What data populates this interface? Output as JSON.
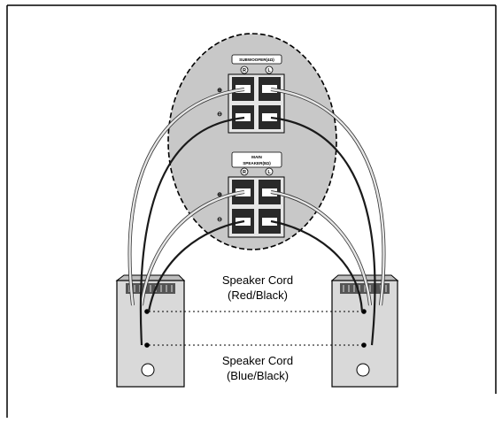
{
  "panel": {
    "subwoofer_label": "SUBWOOFER(4Ω)",
    "main_speaker_label_line1": "MAIN",
    "main_speaker_label_line2": "SPEAKER(8Ω)",
    "polarity_plus": "⊕",
    "polarity_minus": "⊖",
    "channel_right": "R",
    "channel_left": "L"
  },
  "cords": {
    "red_black_line1": "Speaker Cord",
    "red_black_line2": "(Red/Black)",
    "blue_black_line1": "Speaker Cord",
    "blue_black_line2": "(Blue/Black)"
  },
  "colors": {
    "border": "#000000",
    "panel_fill": "#c8c8c8",
    "terminal_fill": "#2a2a2a",
    "speaker_fill": "#d9d9d9",
    "cord_light": "#bfbfbf",
    "cord_dark": "#1a1a1a"
  }
}
